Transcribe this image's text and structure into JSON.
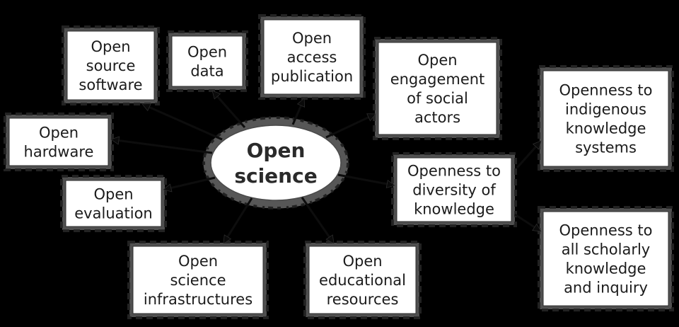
{
  "diagram_title": "Open science",
  "center": {
    "id": "open-science",
    "lines": [
      "Open",
      "science"
    ]
  },
  "nodes": [
    {
      "id": "open-source-software",
      "lines": [
        "Open",
        "source",
        "software"
      ]
    },
    {
      "id": "open-data",
      "lines": [
        "Open",
        "data"
      ]
    },
    {
      "id": "open-access-publication",
      "lines": [
        "Open",
        "access",
        "publication"
      ]
    },
    {
      "id": "open-engagement-social-actors",
      "lines": [
        "Open",
        "engagement",
        "of social",
        "actors"
      ]
    },
    {
      "id": "openness-indigenous-knowledge",
      "lines": [
        "Openness to",
        "indigenous",
        "knowledge",
        "systems"
      ]
    },
    {
      "id": "open-hardware",
      "lines": [
        "Open",
        "hardware"
      ]
    },
    {
      "id": "openness-diversity-knowledge",
      "lines": [
        "Openness to",
        "diversity of",
        "knowledge"
      ]
    },
    {
      "id": "open-evaluation",
      "lines": [
        "Open",
        "evaluation"
      ]
    },
    {
      "id": "openness-all-scholarly",
      "lines": [
        "Openness to",
        "all scholarly",
        "knowledge",
        "and inquiry"
      ]
    },
    {
      "id": "open-science-infrastructures",
      "lines": [
        "Open",
        "science",
        "infrastructures"
      ]
    },
    {
      "id": "open-educational-resources",
      "lines": [
        "Open",
        "educational",
        "resources"
      ]
    }
  ],
  "edges": [
    {
      "from": "open-science",
      "to": "open-source-software"
    },
    {
      "from": "open-science",
      "to": "open-data"
    },
    {
      "from": "open-science",
      "to": "open-access-publication"
    },
    {
      "from": "open-science",
      "to": "open-engagement-social-actors"
    },
    {
      "from": "open-science",
      "to": "openness-diversity-knowledge"
    },
    {
      "from": "open-science",
      "to": "open-hardware"
    },
    {
      "from": "open-science",
      "to": "open-evaluation"
    },
    {
      "from": "open-science",
      "to": "open-science-infrastructures"
    },
    {
      "from": "open-science",
      "to": "open-educational-resources"
    },
    {
      "from": "openness-diversity-knowledge",
      "to": "openness-indigenous-knowledge"
    },
    {
      "from": "openness-diversity-knowledge",
      "to": "openness-all-scholarly"
    }
  ],
  "colors": {
    "background": "#000000",
    "box_fill": "#ffffff",
    "box_border": "#505050",
    "box_inner_line": "#2e2e2e",
    "box_dash": "#262626",
    "ring": "#575757",
    "ring_dash": "#1e1e1e",
    "text": "#1b1b1b",
    "title": "#2a2a2a",
    "arrow_line": "#0d0d0d",
    "arrow_head": "#0a0a0a",
    "arrow_head_edge": "#303030"
  }
}
